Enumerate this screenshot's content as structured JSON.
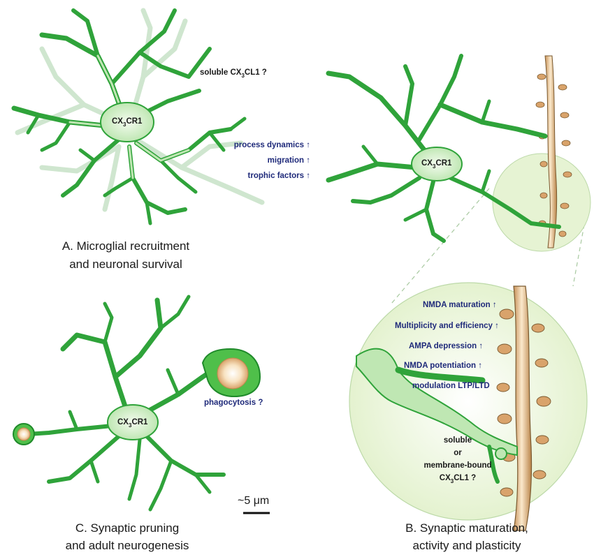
{
  "panel_a": {
    "cell_label_main": "CX",
    "cell_label_sub": "3",
    "cell_label_tail": "CR1",
    "soluble_main": "soluble CX",
    "soluble_sub": "3",
    "soluble_tail": "CL1 ?",
    "effects": [
      "process dynamics ↑",
      "migration ↑",
      "trophic factors ↑"
    ],
    "caption_line1": "A. Microglial recruitment",
    "caption_line2": "and neuronal survival"
  },
  "panel_b": {
    "cell_label_main": "CX",
    "cell_label_sub": "3",
    "cell_label_tail": "CR1",
    "effects": [
      "NMDA  maturation ↑",
      "Multiplicity and efficiency ↑",
      "AMPA depression ↑",
      "NMDA potentiation ↑",
      "modulation LTP/LTD"
    ],
    "ligand_lines": [
      "soluble",
      "or",
      "membrane-bound"
    ],
    "ligand_main": "CX",
    "ligand_sub": "3",
    "ligand_tail": "CL1 ?",
    "caption_line1": "B. Synaptic maturation,",
    "caption_line2": "activity and plasticity"
  },
  "panel_c": {
    "cell_label_main": "CX",
    "cell_label_sub": "3",
    "cell_label_tail": "CR1",
    "phagocytosis": "phagocytosis ?",
    "scale_label": "~5 μm",
    "caption_line1": "C. Synaptic pruning",
    "caption_line2": "and adult neurogenesis"
  },
  "colors": {
    "microglia_fill": "#bfe7b3",
    "microglia_outline": "#2fa33a",
    "dendrite": "#f2d7ae",
    "label_blue": "#1f2a7a"
  }
}
